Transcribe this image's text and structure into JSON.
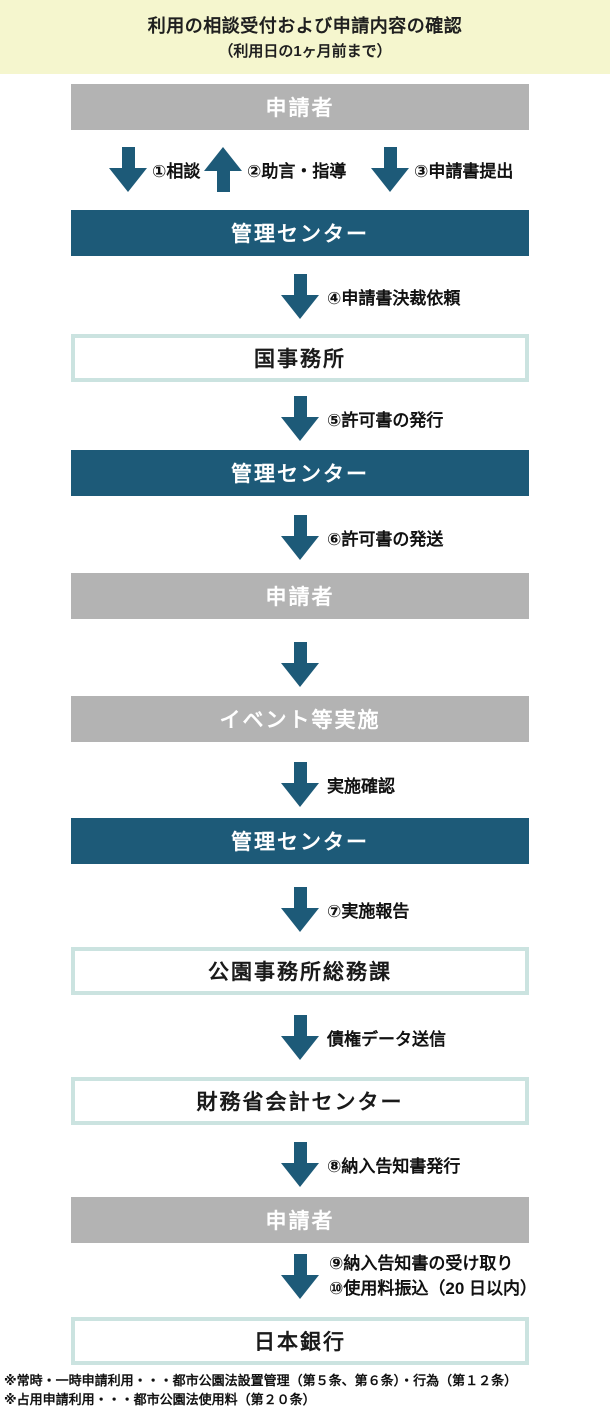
{
  "header": {
    "title": "利用の相談受付および申請内容の確認",
    "subtitle": "（利用日の1ヶ月前まで）"
  },
  "palette": {
    "banner_bg": "#f5f6ce",
    "teal_box": "#1d5a78",
    "gray_box": "#b3b3b3",
    "outline_border": "#cbe3e0",
    "arrow": "#1d5a78"
  },
  "flow": {
    "nodes": [
      {
        "id": "applicant-1",
        "label": "申請者",
        "style": "gray"
      },
      {
        "id": "management-center-1",
        "label": "管理センター",
        "style": "teal"
      },
      {
        "id": "national-office",
        "label": "国事務所",
        "style": "outline"
      },
      {
        "id": "management-center-2",
        "label": "管理センター",
        "style": "teal"
      },
      {
        "id": "applicant-2",
        "label": "申請者",
        "style": "gray"
      },
      {
        "id": "event-execution",
        "label": "イベント等実施",
        "style": "gray"
      },
      {
        "id": "management-center-3",
        "label": "管理センター",
        "style": "teal"
      },
      {
        "id": "park-office-general-affairs",
        "label": "公園事務所総務課",
        "style": "outline"
      },
      {
        "id": "finance-accounting-center",
        "label": "財務省会計センター",
        "style": "outline"
      },
      {
        "id": "applicant-3",
        "label": "申請者",
        "style": "gray"
      },
      {
        "id": "bank-of-japan",
        "label": "日本銀行",
        "style": "outline"
      }
    ],
    "top_arrows": [
      {
        "direction": "down",
        "label": "①相談"
      },
      {
        "direction": "up",
        "label": "②助言・指導"
      },
      {
        "direction": "down",
        "label": "③申請書提出"
      }
    ],
    "mid_arrows": [
      {
        "label": "④申請書決裁依頼"
      },
      {
        "label": "⑤許可書の発行"
      },
      {
        "label": "⑥許可書の発送"
      },
      {
        "label": ""
      },
      {
        "label": "実施確認"
      },
      {
        "label": "⑦実施報告"
      },
      {
        "label": "債権データ送信"
      },
      {
        "label": "⑧納入告知書発行"
      }
    ],
    "final_arrow": {
      "labels": [
        "⑨納入告知書の受け取り",
        "⑩使用料振込（20 日以内）"
      ]
    }
  },
  "footnotes": {
    "line1": "※常時・一時申請利用・・・都市公園法設置管理（第５条、第６条）・行為（第１２条）",
    "line2": "※占用申請利用・・・都市公園法使用料（第２０条）"
  }
}
